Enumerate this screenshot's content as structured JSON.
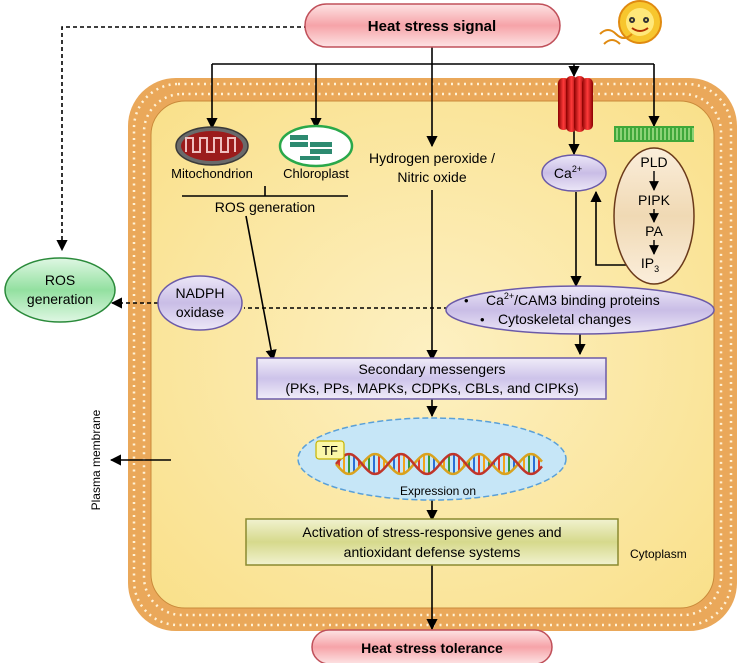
{
  "title": "Heat stress signal",
  "output": "Heat stress tolerance",
  "organelles": {
    "mitochondrion": "Mitochondrion",
    "chloroplast": "Chloroplast"
  },
  "ros_generation_inner": "ROS generation",
  "h2o2": {
    "line1": "Hydrogen peroxide /",
    "line2": "Nitric oxide"
  },
  "calcium": {
    "base": "Ca",
    "sup": "2+"
  },
  "lipid_pathway": {
    "pld": "PLD",
    "pipk": "PIPK",
    "pa": "PA",
    "ip3": "IP",
    "ip3_sub": "3"
  },
  "ros_outer": {
    "line1": "ROS",
    "line2": "generation"
  },
  "nadph": {
    "line1": "NADPH",
    "line2": "oxidase"
  },
  "binding": {
    "bullet": "•",
    "line1_pre": "Ca",
    "line1_sup": "2+",
    "line1_post": "/CAM3 binding proteins",
    "line2": "Cytoskeletal changes"
  },
  "secondary": {
    "line1": "Secondary messengers",
    "line2": "(PKs, PPs, MAPKs, CDPKs, CBLs, and CIPKs)"
  },
  "tf": "TF",
  "expression": "Expression on",
  "activation": {
    "line1": "Activation of stress-responsive genes and",
    "line2": "antioxidant defense systems"
  },
  "plasma_membrane": "Plasma membrane",
  "cytoplasm": "Cytoplasm",
  "colors": {
    "cell_fill": "#fbe59a",
    "membrane": "#e0a34a",
    "pink": "#f6a3a8",
    "green": "#93e0a0",
    "lavender": "#c9bde6",
    "tan": "#f0d9b4",
    "olive": "#d6d98c",
    "dna_oval": "#bfe1f5",
    "tf_box": "#fbf7a8"
  }
}
